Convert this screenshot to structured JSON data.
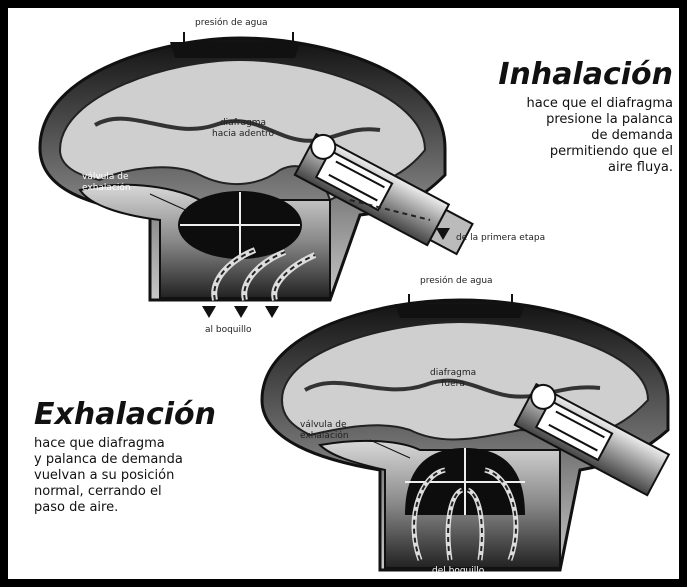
{
  "inhalation": {
    "title": "Inhalación",
    "lines": [
      "hace que el diafragma",
      "presione la palanca",
      "de demanda",
      "permitiendo que el",
      "aire fluya."
    ],
    "water_pressure": "presión de agua",
    "diaphragm": [
      "diafragma",
      "hacia adentro"
    ],
    "exhaust_valve": [
      "válvula de",
      "exhalación"
    ],
    "first_stage": "de la primera etapa",
    "to_mouthpiece": "al boquillo"
  },
  "exhalation": {
    "title": "Exhalación",
    "lines": [
      "hace que diafragma",
      "y palanca de demanda",
      "vuelvan a su posición",
      "normal, cerrando el",
      "paso de aire."
    ],
    "water_pressure": "presión de agua",
    "diaphragm": [
      "diafragma",
      "fuera"
    ],
    "exhaust_valve": [
      "válvula de",
      "exhalación"
    ],
    "from_mouthpiece": "del boquillo"
  },
  "colors": {
    "frame": "#000000",
    "panel": "#ffffff",
    "housing": "#555555",
    "dark": "#1a1a1a"
  }
}
